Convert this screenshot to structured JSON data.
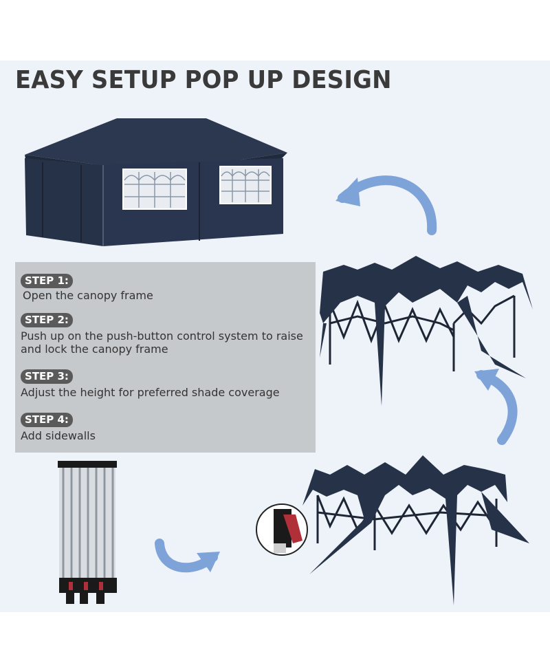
{
  "header": {
    "title": "EASY SETUP POP UP DESIGN"
  },
  "steps": [
    {
      "label": "STEP 1:",
      "text": "Open the canopy frame"
    },
    {
      "label": "STEP 2:",
      "text": "Push up on the push-button control system to raise and lock the canopy frame"
    },
    {
      "label": "STEP 3:",
      "text": "Adjust the height for preferred shade coverage"
    },
    {
      "label": "STEP 4:",
      "text": "Add sidewalls"
    }
  ],
  "colors": {
    "tent": "#283449",
    "tent_dark": "#1d2637",
    "arrow": "#7ea3d8",
    "panel_bg": "#eef3f9",
    "steps_bg": "#c6c9cc",
    "badge_bg": "#5a5a5a"
  }
}
